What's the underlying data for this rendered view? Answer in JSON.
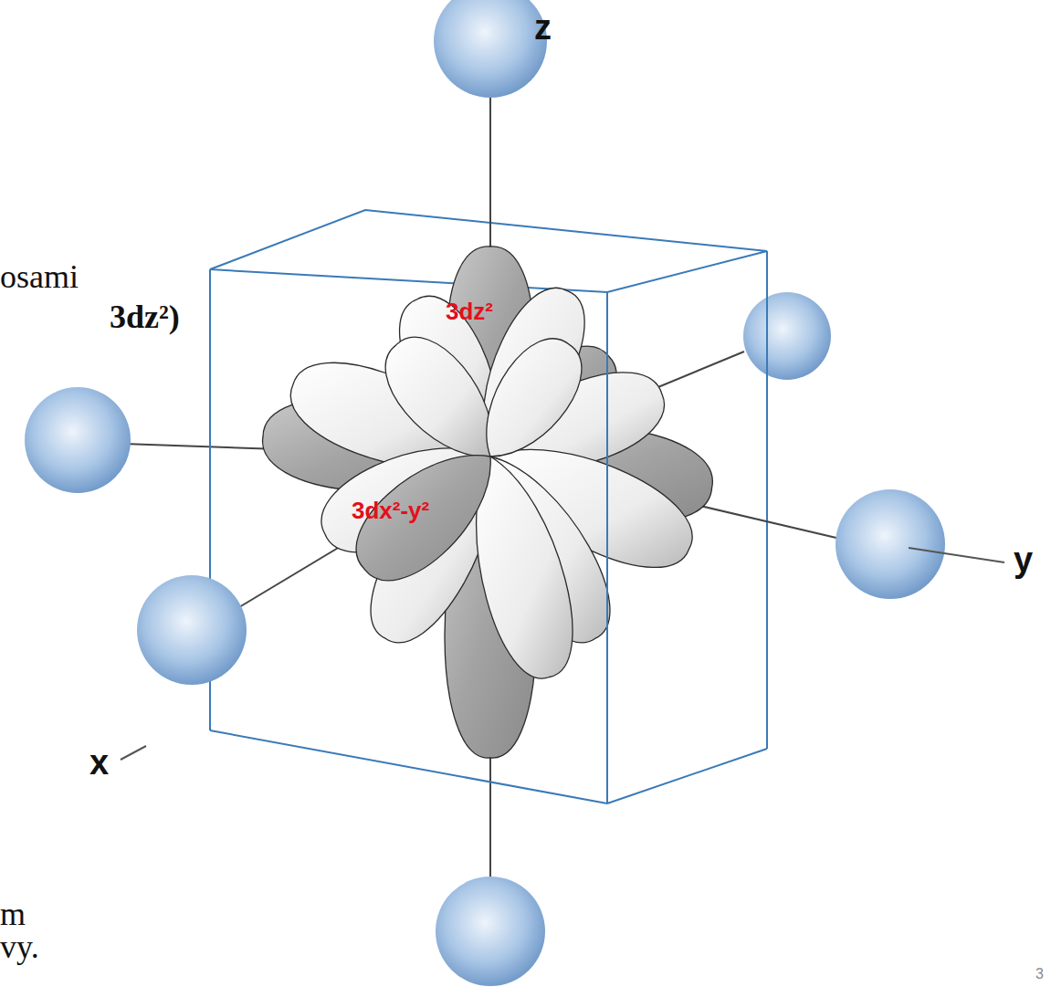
{
  "diagram": {
    "labels": [
      "osami",
      "3dz²)",
      "3dz²",
      "3dx²-y²",
      "z",
      "y",
      "x",
      "m",
      "vy.",
      "3"
    ]
  }
}
